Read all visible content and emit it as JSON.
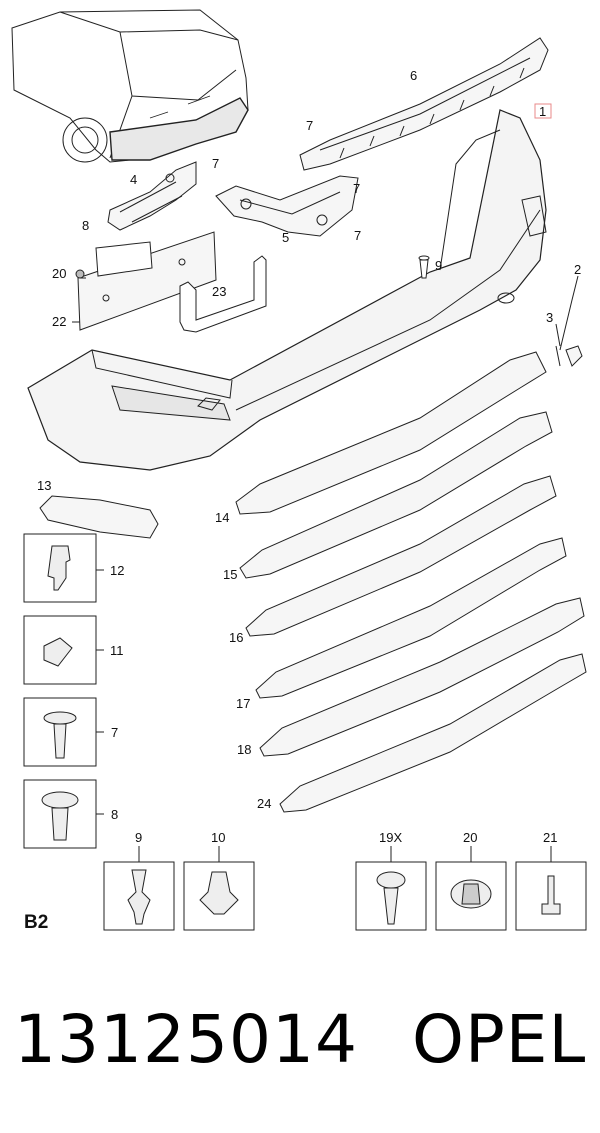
{
  "diagram": {
    "section_code": "B2",
    "highlighted_callout": "1",
    "callouts": {
      "c1": "1",
      "c2": "2",
      "c3": "3",
      "c4": "4",
      "c5": "5",
      "c6": "6",
      "c7a": "7",
      "c7b": "7",
      "c7c": "7",
      "c7d": "7",
      "c8": "8",
      "c9": "9",
      "c13": "13",
      "c14": "14",
      "c15": "15",
      "c16": "16",
      "c17": "17",
      "c18": "18",
      "c20": "20",
      "c22": "22",
      "c23": "23",
      "c24": "24"
    },
    "legend_left": {
      "k12": "12",
      "k11": "11",
      "k7": "7",
      "k8": "8"
    },
    "legend_bottom": {
      "k9": "9",
      "k10": "10",
      "k19x": "19X",
      "k20": "20",
      "k21": "21"
    },
    "colors": {
      "highlight": "#e98a8a",
      "line": "#222222",
      "fill": "#f6f6f6"
    }
  },
  "caption": {
    "part_number": "13125014",
    "brand": "OPEL"
  }
}
